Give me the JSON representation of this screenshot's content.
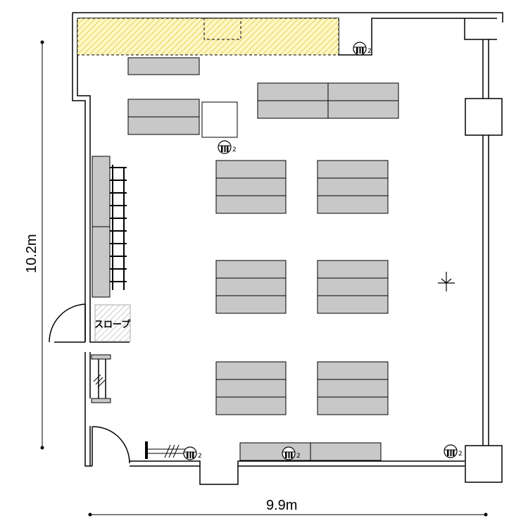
{
  "dimensions": {
    "height_label": "10.2m",
    "width_label": "9.9m"
  },
  "ramp": {
    "label": "スロープ"
  },
  "outlets": [
    {
      "id": "outlet-top-right",
      "count": "2"
    },
    {
      "id": "outlet-top-center",
      "count": "2"
    },
    {
      "id": "outlet-bottom-left",
      "count": "2"
    },
    {
      "id": "outlet-bottom-center",
      "count": "2"
    },
    {
      "id": "outlet-bottom-right",
      "count": "2"
    }
  ],
  "colors": {
    "wall": "#000000",
    "table_fill": "#c8c8c8",
    "highlight_fill": "#fff2a8",
    "highlight_stroke": "#e6d15a",
    "ramp_hatch": "#b0b0b0"
  }
}
